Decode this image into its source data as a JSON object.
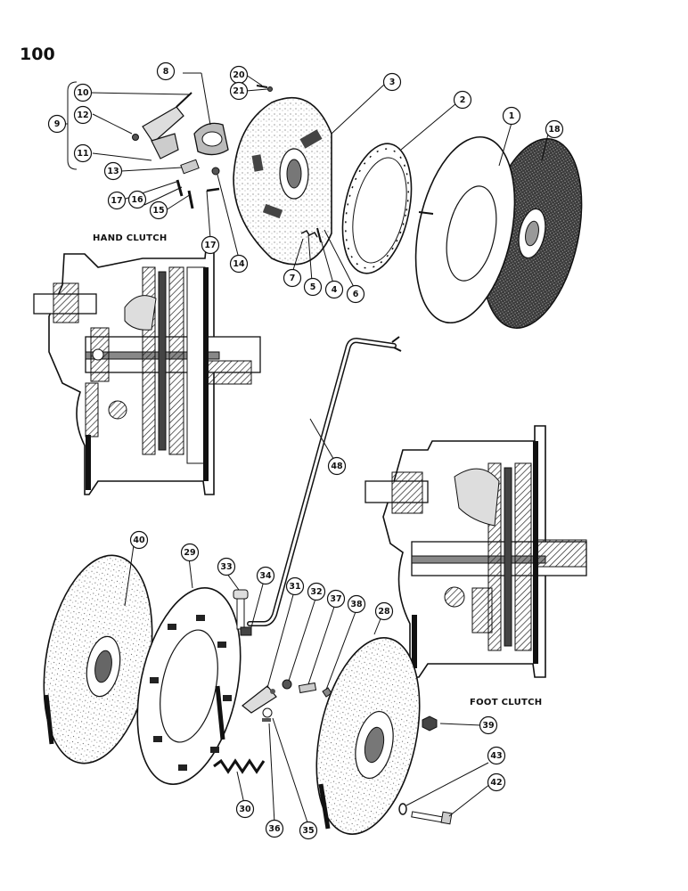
{
  "page_number": "100",
  "captions": {
    "hand_clutch": "HAND CLUTCH",
    "foot_clutch": "FOOT CLUTCH"
  },
  "callouts": [
    "1",
    "2",
    "3",
    "4",
    "5",
    "6",
    "7",
    "8",
    "9",
    "10",
    "11",
    "12",
    "13",
    "14",
    "15",
    "16",
    "17",
    "17",
    "18",
    "20",
    "21",
    "28",
    "29",
    "30",
    "31",
    "32",
    "33",
    "34",
    "35",
    "36",
    "37",
    "38",
    "39",
    "40",
    "42",
    "43",
    "48"
  ]
}
